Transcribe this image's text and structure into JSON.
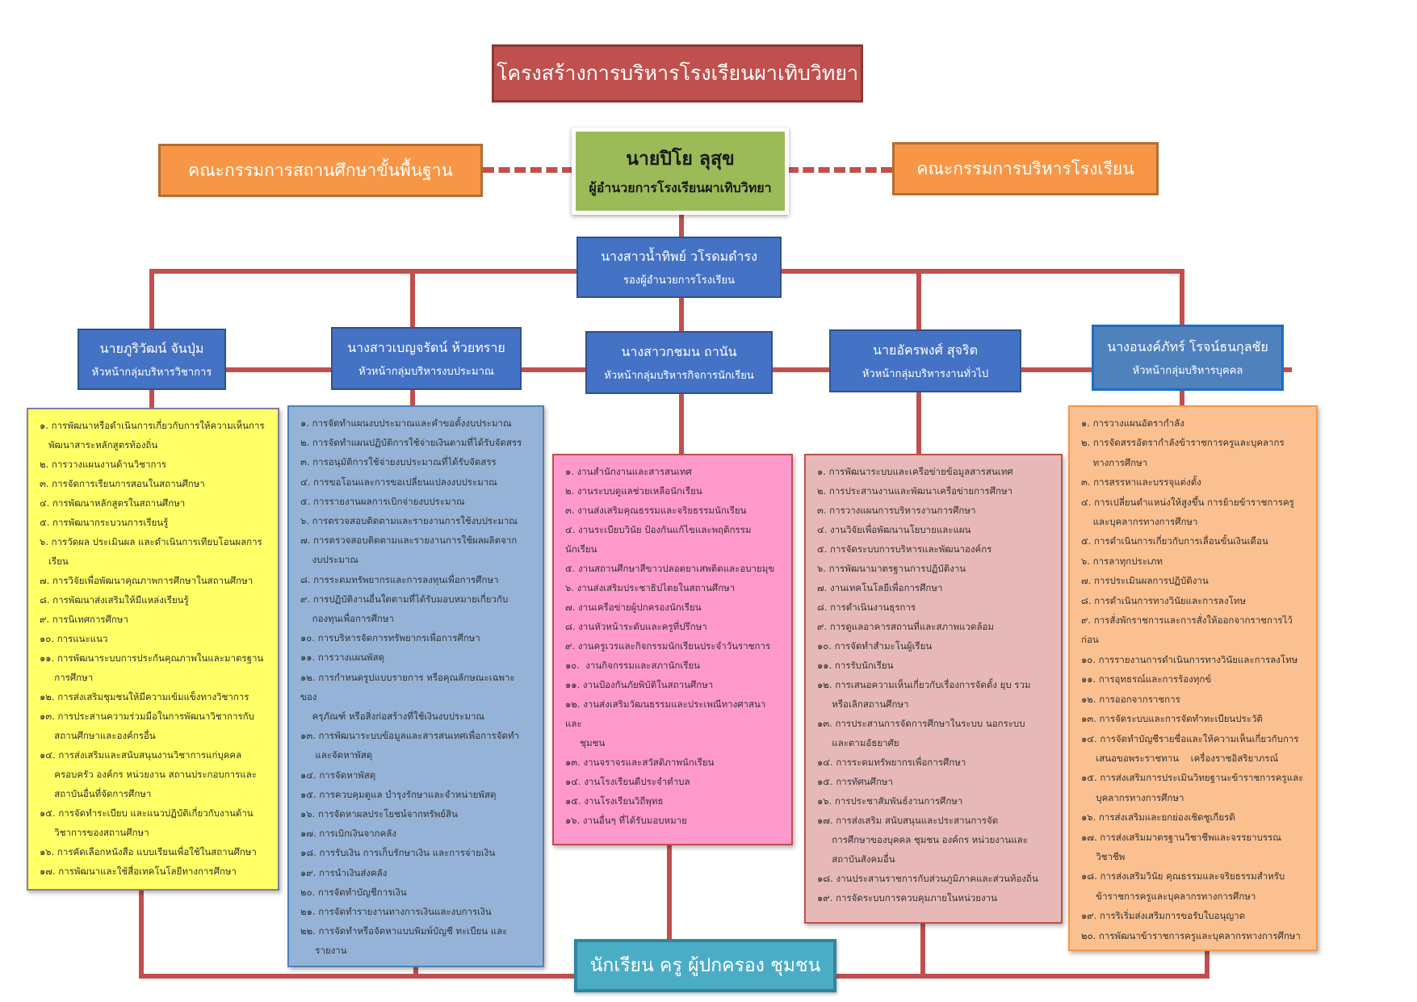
{
  "title": "โครงสร้างการบริหารโรงเรียนผาเทิบวิทยา",
  "left_committee": "คณะกรรมการสถานศึกษาขั้นพื้นฐาน",
  "right_committee": "คณะกรรมการบริหารโรงเรียน",
  "director": {
    "name": "นายปิโย  ลุสุข",
    "role": "ผู้อำนวยการโรงเรียนผาเทิบวิทยา"
  },
  "deputy": {
    "name": "นางสาวน้ำทิพย์  วโรดมดำรง",
    "role": "รองผู้อำนวยการโรงเรียน"
  },
  "groups": [
    {
      "name": "นายภูริวัฒน์  จันปุ่ม",
      "role": "หัวหน้ากลุ่มบริหารวิชาการ",
      "items": [
        "๑. การพัฒนาหรือดำเนินการเกี่ยวกับการให้ความเห็นการ",
        "   พัฒนาสาระหลักสูตรท้องถิ่น",
        "๒. การวางแผนงานด้านวิชาการ",
        "๓. การจัดการเรียนการสอนในสถานศึกษา",
        "๔. การพัฒนาหลักสูตรในสถานศึกษา",
        "๕. การพัฒนากระบวนการเรียนรู้",
        "๖. การวัดผล ประเมินผล และดำเนินการเทียบโอนผลการ",
        "   เรียน",
        "๗. การวิจัยเพื่อพัฒนาคุณภาพการศึกษาในสถานศึกษา",
        "๘. การพัฒนาส่งเสริมให้มีแหล่งเรียนรู้",
        "๙. การนิเทศการศึกษา",
        "๑๐. การแนะแนว",
        "๑๑. การพัฒนาระบบการประกันคุณภาพในและมาตรฐาน",
        "     การศึกษา",
        "๑๒. การส่งเสริมชุมชนให้มีความเข้มแข็งทางวิชาการ",
        "๑๓. การประสานความร่วมมือในการพัฒนาวิชาการกับ",
        "     สถานศึกษาและองค์กรอื่น",
        "๑๔. การส่งเสริมและสนับสนุนงานวิชาการแก่บุคคล",
        "     ครอบครัว องค์กร หน่วยงาน สถานประกอบการและ",
        "     สถาบันอื่นที่จัดการศึกษา",
        "๑๕. การจัดทำระเบียบ และแนวปฏิบัติเกี่ยวกับงานด้าน",
        "     วิชาการของสถานศึกษา",
        "๑๖. การคัดเลือกหนังสือ แบบเรียนเพื่อใช้ในสถานศึกษา",
        "๑๗. การพัฒนาและใช้สื่อเทคโนโลยีทางการศึกษา"
      ]
    },
    {
      "name": "นางสาวเบญจรัตน์  ห้วยทราย",
      "role": "หัวหน้ากลุ่มบริหารงบประมาณ",
      "items": [
        "๑. การจัดทำแผนงบประมาณและคำขอตั้งงบประมาณ",
        "๒. การจัดทำแผนปฏิบัติการใช้จ่ายเงินตามที่ได้รับจัดสรร",
        "๓. การอนุมัติการใช้จ่ายงบประมาณที่ได้รับจัดสรร",
        "๔. การขอโอนและการขอเปลี่ยนแปลงงบประมาณ",
        "๕. การรายงานผลการเบิกจ่ายงบประมาณ",
        "๖. การตรวจสอบติดตามและรายงานการใช้งบประมาณ",
        "๗. การตรวจสอบติดตามและรายงานการใช้ผลผลิตจาก",
        "    งบประมาณ",
        "๘. การระดมทรัพยากรและการลงทุนเพื่อการศึกษา",
        "๙. การปฏิบัติงานอื่นใดตามที่ได้รับมอบหมายเกี่ยวกับ",
        "    กองทุนเพื่อการศึกษา",
        "๑๐. การบริหารจัดการทรัพยากรเพื่อการศึกษา",
        "๑๑. การวางแผนพัสดุ",
        "๑๒. การกำหนดรูปแบบรายการ หรือคุณลักษณะเฉพาะ",
        "ของ",
        "    ครุภัณฑ์ หรือสิ่งก่อสร้างที่ใช้เงินงบประมาณ",
        "๑๓. การพัฒนาระบบข้อมูลและสารสนเทศเพื่อการจัดทำ",
        "     และจัดหาพัสดุ",
        "๑๔. การจัดหาพัสดุ",
        "๑๕. การควบคุมดูแล บำรุงรักษาและจำหน่ายพัสดุ",
        "๑๖. การจัดหาผลประโยชน์จากทรัพย์สิน",
        "๑๗. การเบิกเงินจากคลัง",
        "๑๘. การรับเงิน การเก็บรักษาเงิน และการจ่ายเงิน",
        "๑๙. การนำเงินส่งคลัง",
        "๒๐. การจัดทำบัญชีการเงิน",
        "๒๑. การจัดทำรายงานทางการเงินและงบการเงิน",
        "๒๒. การจัดทำหรือจัดหาแบบพิมพ์บัญชี ทะเบียน และ",
        "     รายงาน"
      ]
    },
    {
      "name": "นางสาวกชมน  ถานัน",
      "role": "หัวหน้ากลุ่มบริหารกิจการนักเรียน",
      "items": [
        "๑. งานสำนักงานและสารสนเทศ",
        "๒. งานระบบดูแลช่วยเหลือนักเรียน",
        "๓. งานส่งเสริมคุณธรรมและจริยธรรมนักเรียน",
        "๔. งานระเบียบวินัย ป้องกันแก้ไขและพฤติกรรม",
        "นักเรียน",
        "๕. งานสถานศึกษาสีขาวปลอดยาเสพติดและอบายมุข",
        "๖. งานส่งเสริมประชาธิปไตยในสถานศึกษา",
        "๗. งานเครือข่ายผู้ปกครองนักเรียน",
        "๘. งานหัวหน้าระดับและครูที่ปรึกษา",
        "๙. งานครูเวรและกิจกรรมนักเรียนประจำวันราชการ",
        "๑๐.  งานกิจกรรมและสภานักเรียน",
        "๑๑. งานป้องกันภัยพิบัติในสถานศึกษา",
        "๑๒. งานส่งเสริมวัฒนธรรมและประเพณีทางศาสนา",
        "และ",
        "     ชุมชน",
        "๑๓. งานจราจรและสวัสดิภาพนักเรียน",
        "๑๔. งานโรงเรียนดีประจำตำบล",
        "๑๕. งานโรงเรียนวิถีพุทธ",
        "๑๖. งานอื่นๆ ที่ได้รับมอบหมาย"
      ]
    },
    {
      "name": "นายอัครพงศ์  สุจริต",
      "role": "หัวหน้ากลุ่มบริหารงานทั่วไป",
      "items": [
        "๑. การพัฒนาระบบและเครือข่ายข้อมูลสารสนเทศ",
        "๒. การประสานงานและพัฒนาเครือข่ายการศึกษา",
        "๓. การวางแผนการบริหารงานการศึกษา",
        "๔. งานวิจัยเพื่อพัฒนานโยบายและแผน",
        "๕. การจัดระบบการบริหารและพัฒนาองค์กร",
        "๖. การพัฒนามาตรฐานการปฏิบัติงาน",
        "๗. งานเทคโนโลยีเพื่อการศึกษา",
        "๘. การดำเนินงานธุรการ",
        "๙. การดูแลอาคารสถานที่และสภาพแวดล้อม",
        "๑๐. การจัดทำสำมะโนผู้เรียน",
        "๑๑. การรับนักเรียน",
        "๑๒. การเสนอความเห็นเกี่ยวกับเรื่องการจัดตั้ง ยุบ รวม",
        "     หรือเลิกสถานศึกษา",
        "๑๓. การประสานการจัดการศึกษาในระบบ นอกระบบ",
        "     และตามอัธยาศัย",
        "๑๔. การระดมทรัพยากรเพื่อการศึกษา",
        "๑๕. การทัศนศึกษา",
        "๑๖. การประชาสัมพันธ์งานการศึกษา",
        "๑๗. การส่งเสริม สนับสนุนและประสานการจัด",
        "     การศึกษาของบุคคล ชุมชน องค์กร หน่วยงานและ",
        "     สถาบันสังคมอื่น",
        "๑๘. งานประสานราชการกับส่วนภูมิภาคและส่วนท้องถิ่น",
        "๑๙. การจัดระบบการควบคุมภายในหน่วยงาน"
      ]
    },
    {
      "name": "นางอนงค์ภัทร์  โรจน์ธนกุลชัย",
      "role": "หัวหน้ากลุ่มบริหารบุคคล",
      "items": [
        "๑. การวางแผนอัตรากำลัง",
        "๒. การจัดสรรอัตรากำลังข้าราชการครูและบุคลากร",
        "    ทางการศึกษา",
        "๓. การสรรหาและบรรจุแต่งตั้ง",
        "๔. การเปลี่ยนตำแหน่งให้สูงขึ้น การย้ายข้าราชการครู",
        "    และบุคลากรทางการศึกษา",
        "๕. การดำเนินการเกี่ยวกับการเลื่อนขั้นเงินเดือน",
        "๖. การลาทุกประเภท",
        "๗. การประเมินผลการปฏิบัติงาน",
        "๘. การดำเนินการทางวินัยและการลงโทษ",
        "๙. การสั่งพักราชการและการสั่งให้ออกจากราชการไว้",
        "ก่อน",
        "๑๐. การรายงานการดำเนินการทางวินัยและการลงโทษ",
        "๑๑. การอุทธรณ์และการร้องทุกข์",
        "๑๒. การออกจากราชการ",
        "๑๓. การจัดระบบและการจัดทำทะเบียนประวัติ",
        "๑๔. การจัดทำบัญชีรายชื่อและให้ความเห็นเกี่ยวกับการ",
        "     เสนอขอพระราชทาน    เครื่องราชอิสริยาภรณ์",
        "๑๕. การส่งเสริมการประเมินวิทยฐานะข้าราชการครูและ",
        "     บุคลากรทางการศึกษา",
        "๑๖. การส่งเสริมและยกย่องเชิดชูเกียรติ",
        "๑๗. การส่งเสริมมาตรฐานวิชาชีพและจรรยาบรรณ",
        "     วิชาชีพ",
        "๑๘. การส่งเสริมวินัย คุณธรรมและจริยธรรมสำหรับ",
        "     ข้าราชการครูและบุคลากรทางการศึกษา",
        "๑๙. การริเริ่มส่งเสริมการขอรับใบอนุญาต",
        "๒๐. การพัฒนาข้าราชการครูและบุคลากรทางการศึกษา"
      ]
    }
  ],
  "bottom": "นักเรียน  ครู  ผู้ปกครอง  ชุมชน",
  "colors": {
    "connector": "#c0504d",
    "title_bg": "#c0504d",
    "committee_bg": "#f79646",
    "director_bg": "#9bbb59",
    "node_bg": "#4472c4",
    "bottom_bg": "#4bacc6"
  }
}
